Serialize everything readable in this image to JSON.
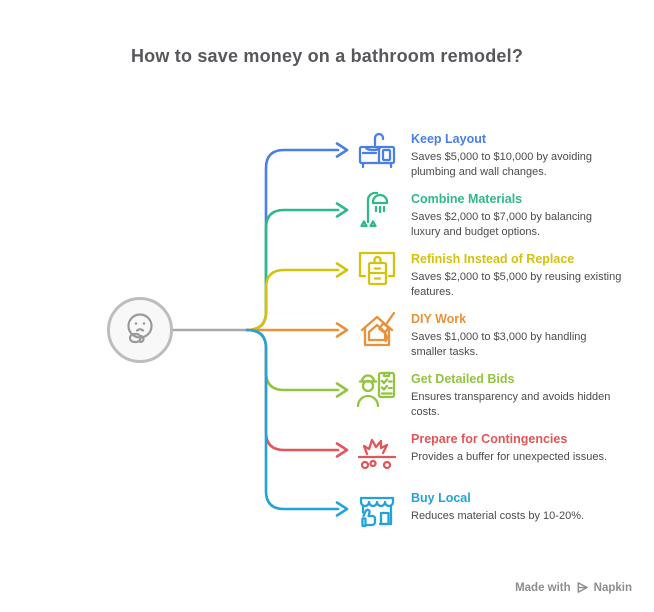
{
  "title": "How to save money on a bathroom remodel?",
  "colors": {
    "title": "#57585c",
    "desc": "#4a4b4d",
    "connector_stem": "#a9a9a9",
    "footer": "#8e8e90"
  },
  "center": {
    "icon": "thinking-face-icon"
  },
  "branches": [
    {
      "title": "Keep Layout",
      "desc": "Saves $5,000 to $10,000 by avoiding plumbing and wall changes.",
      "color": "#4a7ee8",
      "icon": "sink-vanity-icon"
    },
    {
      "title": "Combine Materials",
      "desc": "Saves $2,000 to $7,000 by balancing luxury and budget options.",
      "color": "#2fb987",
      "icon": "shower-icon"
    },
    {
      "title": "Refinish Instead of Replace",
      "desc": "Saves $2,000 to $5,000 by reusing existing features.",
      "color": "#d4c20d",
      "icon": "mirror-cabinet-icon"
    },
    {
      "title": "DIY Work",
      "desc": "Saves $1,000 to $3,000 by handling smaller tasks.",
      "color": "#e8923c",
      "icon": "house-paint-icon"
    },
    {
      "title": "Get Detailed Bids",
      "desc": "Ensures transparency and avoids hidden costs.",
      "color": "#92c43f",
      "icon": "contractor-clipboard-icon"
    },
    {
      "title": "Prepare for Contingencies",
      "desc": "Provides a buffer for unexpected issues.",
      "color": "#e25558",
      "icon": "burst-pipe-icon"
    },
    {
      "title": "Buy Local",
      "desc": "Reduces material costs by 10-20%.",
      "color": "#24a3d9",
      "icon": "storefront-icon"
    }
  ],
  "footer": {
    "made_with": "Made with",
    "brand": "Napkin",
    "logo": "napkin-logo-icon"
  }
}
